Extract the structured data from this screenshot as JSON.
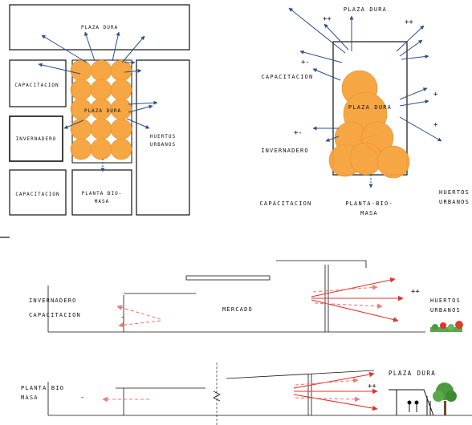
{
  "plan_left": {
    "labels": {
      "plaza": "PLAZA DURA",
      "capacitacion_top": "CAPACITACION",
      "invernadero": "INVERNADERO",
      "capacitacion_bottom": "CAPACITACION",
      "planta_line1": "PLANTA BIO-",
      "planta_line2": "MASA",
      "huertos_line1": "HUERTOS",
      "huertos_line2": "URBANOS",
      "plaza_center": "PLAZA DURA"
    }
  },
  "plan_right": {
    "labels": {
      "plaza": "PLAZA DURA",
      "capacitacion": "CAPACITACION",
      "invernadero": "INVERNADERO",
      "capacitacion_bottom": "CAPACITACION",
      "planta_line1": "PLANTA-BIO-",
      "planta_line2": "MASA",
      "huertos_line1": "HUERTOS",
      "huertos_line2": "URBANOS",
      "plaza_center": "PLAZA DURA"
    },
    "symbols": {
      "pp1": "++",
      "pp2": "++",
      "pm1": "+-",
      "pm2": "+-",
      "p1": "+",
      "p2": "+"
    }
  },
  "section_top": {
    "labels": {
      "invernadero": "INVERNADERO",
      "capacitacion": "CAPACITACION",
      "mercado": "MERCADO",
      "huertos_line1": "HUERTOS",
      "huertos_line2": "URBANOS"
    },
    "symbols": {
      "minus": "-",
      "pp": "++"
    }
  },
  "section_bottom": {
    "labels": {
      "planta_line1": "PLANTA BIO",
      "planta_line2": "MASA",
      "plaza": "PLAZA DURA"
    },
    "symbols": {
      "minus": "-",
      "pp": "++"
    }
  },
  "colors": {
    "circle_fill": "#f7a23a",
    "circle_stroke": "#e08a22",
    "arrow_blue": "#2a4f8a",
    "arrow_red": "#e4312b",
    "arrow_red_dashed": "#f07a74",
    "line": "#111111"
  }
}
